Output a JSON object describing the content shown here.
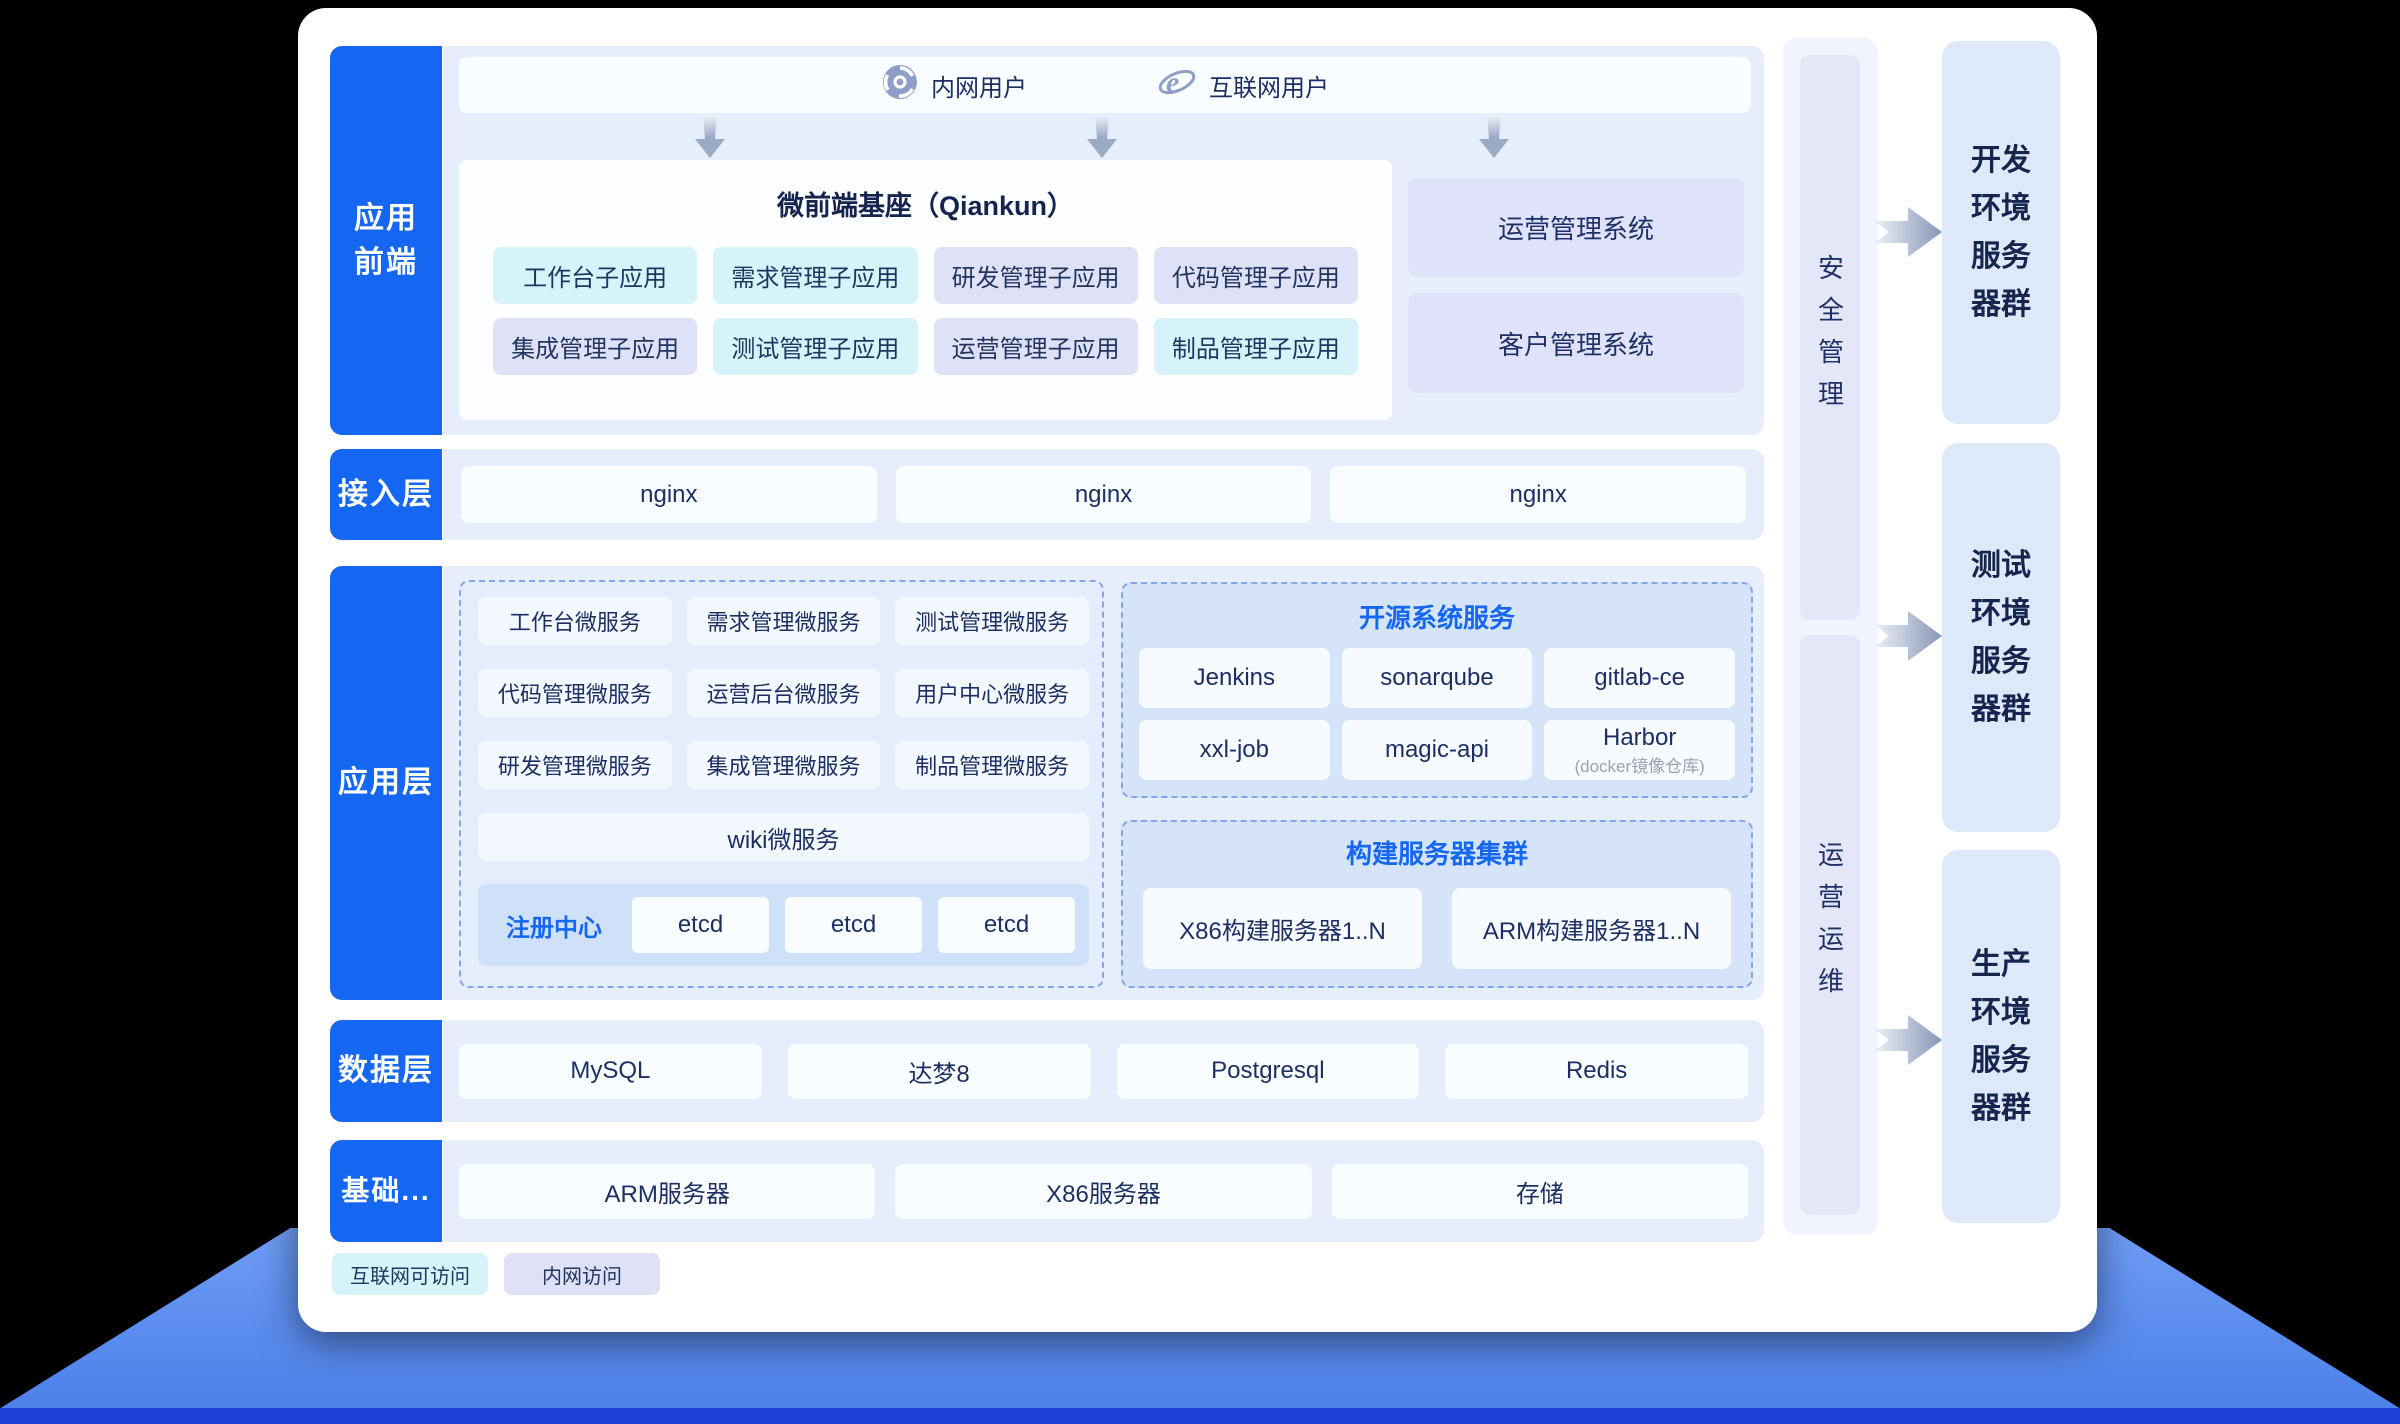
{
  "colors": {
    "accent_blue": "#1567f2",
    "row_bg": "#e7eefb",
    "cyan_chip": "#d5f3f9",
    "lavender_chip": "#dfe1f7",
    "navy_text": "#1c2f62",
    "icon_slate": "#8e9ec6",
    "laptop_base": "#4b80e9",
    "laptop_strip": "#1b3fd6"
  },
  "frontend": {
    "label_lines": [
      "应用",
      "前端"
    ],
    "users": [
      {
        "name": "内网用户"
      },
      {
        "name": "互联网用户"
      }
    ],
    "qiankun_title": "微前端基座（Qiankun）",
    "subapps": [
      {
        "label": "工作台子应用",
        "access": "internet"
      },
      {
        "label": "需求管理子应用",
        "access": "internet"
      },
      {
        "label": "研发管理子应用",
        "access": "intranet"
      },
      {
        "label": "代码管理子应用",
        "access": "intranet"
      },
      {
        "label": "集成管理子应用",
        "access": "intranet"
      },
      {
        "label": "测试管理子应用",
        "access": "internet"
      },
      {
        "label": "运营管理子应用",
        "access": "intranet"
      },
      {
        "label": "制品管理子应用",
        "access": "internet"
      }
    ],
    "systems": [
      "运营管理系统",
      "客户管理系统"
    ]
  },
  "access": {
    "label": "接入层",
    "nodes": [
      "nginx",
      "nginx",
      "nginx"
    ]
  },
  "app": {
    "label": "应用层",
    "microservices": [
      "工作台微服务",
      "需求管理微服务",
      "测试管理微服务",
      "代码管理微服务",
      "运营后台微服务",
      "用户中心微服务",
      "研发管理微服务",
      "集成管理微服务",
      "制品管理微服务"
    ],
    "wiki": "wiki微服务",
    "registry": {
      "label": "注册中心",
      "nodes": [
        "etcd",
        "etcd",
        "etcd"
      ]
    },
    "opensource": {
      "title": "开源系统服务",
      "services": [
        "Jenkins",
        "sonarqube",
        "gitlab-ce",
        "xxl-job",
        "magic-api"
      ],
      "harbor": {
        "name": "Harbor",
        "sub": "(docker镜像仓库)"
      }
    },
    "build": {
      "title": "构建服务器集群",
      "servers": [
        "X86构建服务器1..N",
        "ARM构建服务器1..N"
      ]
    }
  },
  "data_layer": {
    "label": "数据层",
    "stores": [
      "MySQL",
      "达梦8",
      "Postgresql",
      "Redis"
    ]
  },
  "infra": {
    "label": "基础...",
    "items": [
      "ARM服务器",
      "X86服务器",
      "存储"
    ]
  },
  "legend": [
    {
      "label": "互联网可访问",
      "type": "internet"
    },
    {
      "label": "内网访问",
      "type": "intranet"
    }
  ],
  "sidebar": {
    "security": "安全管理",
    "ops": "运营运维"
  },
  "server_groups": [
    {
      "lines": [
        "开发",
        "环境",
        "服务",
        "器群"
      ]
    },
    {
      "lines": [
        "测试",
        "环境",
        "服务",
        "器群"
      ]
    },
    {
      "lines": [
        "生产",
        "环境",
        "服务",
        "器群"
      ]
    }
  ]
}
